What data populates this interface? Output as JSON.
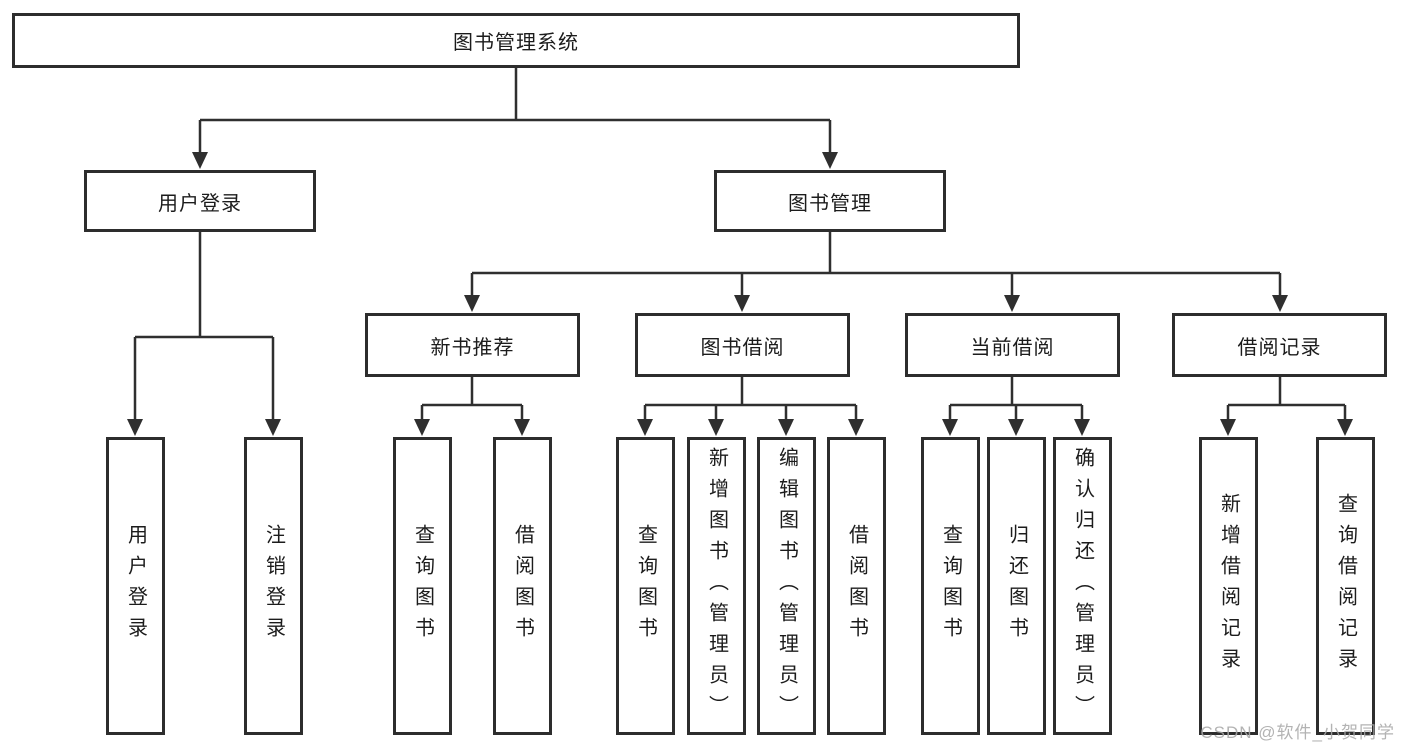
{
  "diagram": {
    "root": "图书管理系统",
    "level2": [
      "用户登录",
      "图书管理"
    ],
    "level3": [
      "新书推荐",
      "图书借阅",
      "当前借阅",
      "借阅记录"
    ],
    "leaves": {
      "user_login": [
        "用户登录",
        "注销登录"
      ],
      "new_book": [
        "查询图书",
        "借阅图书"
      ],
      "book_borrow": [
        "查询图书",
        "新增图书（管理员）",
        "编辑图书（管理员）",
        "借阅图书"
      ],
      "current_borrow": [
        "查询图书",
        "归还图书",
        "确认归还（管理员）"
      ],
      "borrow_records": [
        "新增借阅记录",
        "查询借阅记录"
      ]
    }
  },
  "watermark": "CSDN @软件_小贺同学",
  "colors": {
    "line": "#2f2f2f",
    "border": "#2d2d2d",
    "text": "#1c1c1c",
    "background": "#ffffff",
    "watermark": "#a8a8a8"
  }
}
